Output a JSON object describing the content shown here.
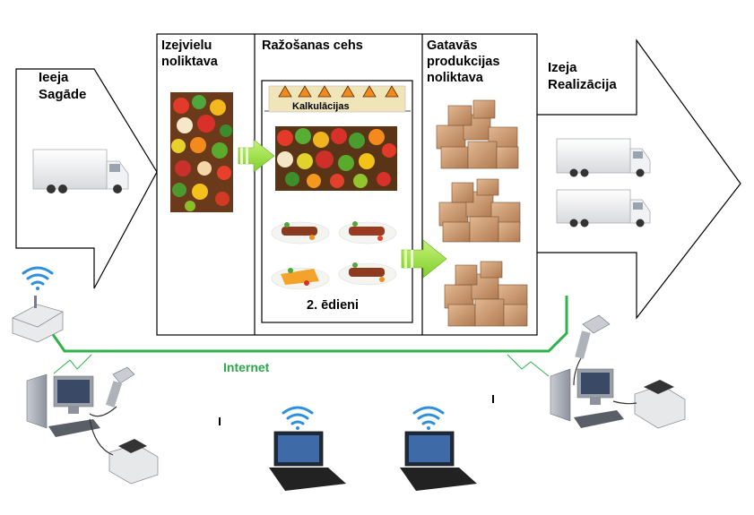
{
  "input": {
    "line1": "Ieeja",
    "line2": "Sagāde"
  },
  "raw_warehouse": {
    "line1": "Izejvielu",
    "line2": "noliktava"
  },
  "production": {
    "title": "Ražošanas cehs",
    "calc_label": "Kalkulācijas",
    "dishes_label": "2. ēdieni"
  },
  "finished_warehouse": {
    "line1": "Gatavās",
    "line2": "produkcijas",
    "line3": "noliktava"
  },
  "output": {
    "line1": "Izeja",
    "line2": "Realizācija"
  },
  "network": {
    "label": "Internet"
  },
  "colors": {
    "green_line": "#2db34a",
    "green_arrow": "#9be03c",
    "calc_triangle": "#f08a1c",
    "calc_bar": "#efe5b8"
  }
}
